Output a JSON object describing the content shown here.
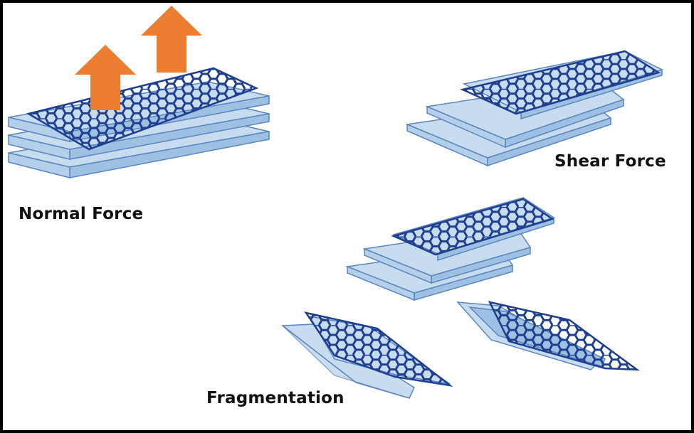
{
  "labels": {
    "normal": "Normal Force",
    "shear": "Shear Force",
    "fragmentation": "Fragmentation"
  },
  "colors": {
    "sheet_fill": "#c8dcf0",
    "sheet_side": "#9ec0e2",
    "sheet_stroke": "#5a86bd",
    "hex_stroke": "#1f3f8f",
    "arrow": "#ed7d31",
    "border": "#000000"
  },
  "icons": [
    "up-arrow-icon",
    "hexagon-lattice-icon"
  ]
}
